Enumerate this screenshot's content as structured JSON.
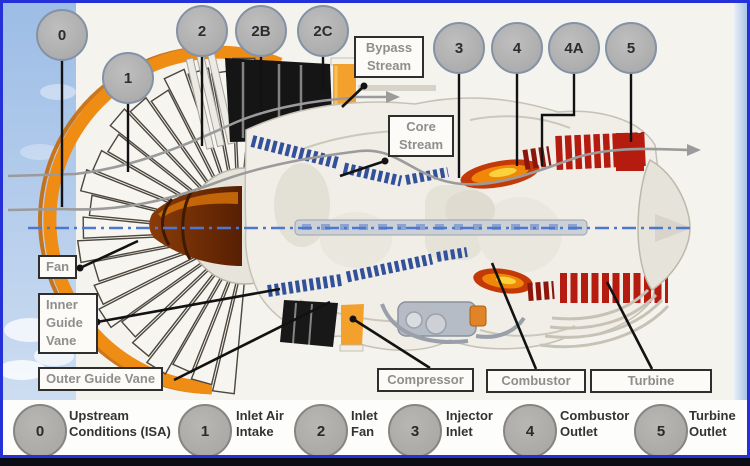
{
  "stations_top": [
    {
      "label": "0"
    },
    {
      "label": "1"
    },
    {
      "label": "2"
    },
    {
      "label": "2B"
    },
    {
      "label": "2C"
    },
    {
      "label": "3"
    },
    {
      "label": "4"
    },
    {
      "label": "4A"
    },
    {
      "label": "5"
    }
  ],
  "labels": {
    "bypass_stream_line1": "Bypass",
    "bypass_stream_line2": "Stream",
    "core_stream_line1": "Core",
    "core_stream_line2": "Stream",
    "fan": "Fan",
    "inner_guide_vane_line1": "Inner",
    "inner_guide_vane_line2": "Guide",
    "inner_guide_vane_line3": "Vane",
    "outer_guide_vane": "Outer Guide Vane",
    "compressor": "Compressor",
    "combustor": "Combustor",
    "turbine": "Turbine"
  },
  "legend": {
    "items": [
      {
        "num": "0",
        "line1": "Upstream",
        "line2": "Conditions (ISA)"
      },
      {
        "num": "1",
        "line1": "Inlet Air",
        "line2": "Intake"
      },
      {
        "num": "2",
        "line1": "Inlet",
        "line2": "Fan"
      },
      {
        "num": "3",
        "line1": "Injector",
        "line2": "Inlet"
      },
      {
        "num": "4",
        "line1": "Combustor",
        "line2": "Outlet"
      },
      {
        "num": "5",
        "line1": "Turbine",
        "line2": "Outlet"
      }
    ]
  },
  "colors": {
    "frame_border": "#2430d8",
    "badge_fill": "#b3b3b3",
    "badge_border": "#8492a6",
    "fan_rim_orange": "#ee8c14",
    "bypass_block_orange": "#f3a12c",
    "compressor_blue": "#33509a",
    "turbine_red": "#b61b10",
    "flame_orange": "#f08708",
    "centerline_blue": "#4e78cf",
    "stream_gray": "#9b9b9b",
    "sky_blue": "#9dbde6"
  }
}
